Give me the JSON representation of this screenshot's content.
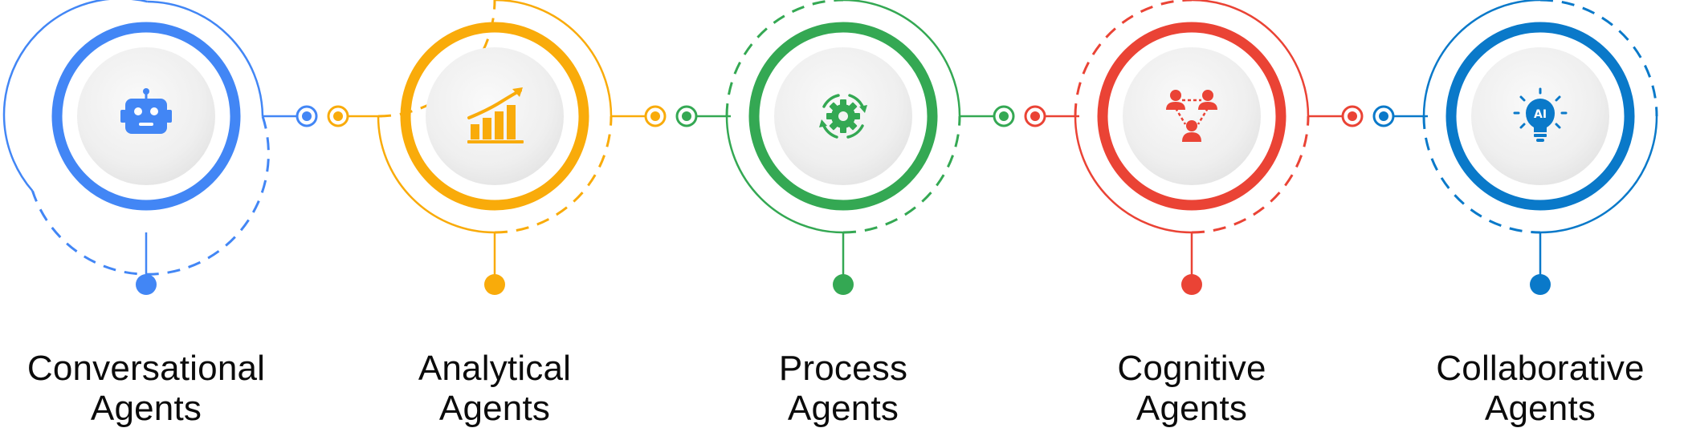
{
  "diagram": {
    "stages": [
      {
        "label_line1": "Conversational",
        "label_line2": "Agents",
        "color": "#4286f5",
        "icon": "robot-icon"
      },
      {
        "label_line1": "Analytical",
        "label_line2": "Agents",
        "color": "#f9ab0a",
        "icon": "growth-chart-icon"
      },
      {
        "label_line1": "Process",
        "label_line2": "Agents",
        "color": "#34a853",
        "icon": "cog-cycle-icon"
      },
      {
        "label_line1": "Cognitive",
        "label_line2": "Agents",
        "color": "#ea4335",
        "icon": "people-network-icon"
      },
      {
        "label_line1": "Collaborative",
        "label_line2": "Agents",
        "color": "#0a79c9",
        "icon": "ai-lightbulb-icon"
      }
    ]
  }
}
